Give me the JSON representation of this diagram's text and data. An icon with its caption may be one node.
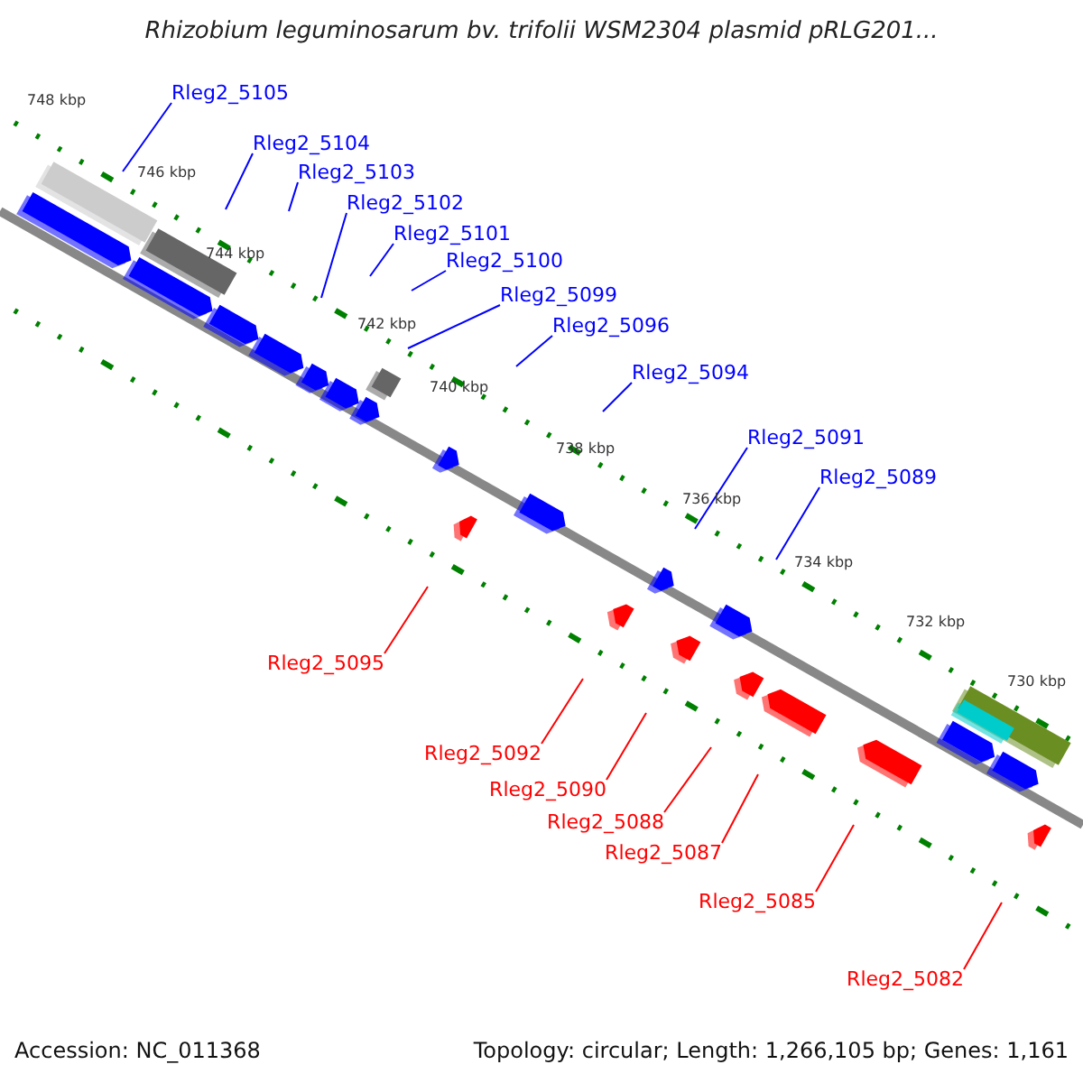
{
  "diagram": {
    "title": "Rhizobium leguminosarum bv. trifolii WSM2304 plasmid pRLG201...",
    "nodes": [
      {
        "text": [
          "Rleg2_5105"
        ]
      },
      {
        "text": [
          "Rleg2_5104"
        ]
      },
      {
        "text": [
          "Rleg2_5103"
        ]
      },
      {
        "text": [
          "Rleg2_5102"
        ]
      },
      {
        "text": [
          "Rleg2_5101"
        ]
      },
      {
        "text": [
          "Rleg2_5100"
        ]
      },
      {
        "text": [
          "Rleg2_5099"
        ]
      },
      {
        "text": [
          "Rleg2_5096"
        ]
      },
      {
        "text": [
          "Rleg2_5094"
        ]
      },
      {
        "text": [
          "Rleg2_5091"
        ]
      },
      {
        "text": [
          "Rleg2_5089"
        ]
      },
      {
        "text": [
          "Rleg2_5095"
        ]
      },
      {
        "text": [
          "Rleg2_5092"
        ]
      },
      {
        "text": [
          "Rleg2_5090"
        ]
      },
      {
        "text": [
          "Rleg2_5088"
        ]
      },
      {
        "text": [
          "Rleg2_5087"
        ]
      },
      {
        "text": [
          "Rleg2_5085"
        ]
      },
      {
        "text": [
          "Rleg2_5082"
        ]
      }
    ],
    "edges": [
      {
        "from": 0,
        "to": null,
        "arrow": "none"
      },
      {
        "from": 1,
        "to": null,
        "arrow": "none"
      },
      {
        "from": 2,
        "to": null,
        "arrow": "none"
      },
      {
        "from": 3,
        "to": null,
        "arrow": "none"
      },
      {
        "from": 4,
        "to": null,
        "arrow": "none"
      },
      {
        "from": 5,
        "to": null,
        "arrow": "none"
      },
      {
        "from": 6,
        "to": null,
        "arrow": "none"
      },
      {
        "from": 7,
        "to": null,
        "arrow": "none"
      },
      {
        "from": 8,
        "to": null,
        "arrow": "none"
      },
      {
        "from": 9,
        "to": null,
        "arrow": "none"
      },
      {
        "from": 10,
        "to": null,
        "arrow": "none"
      },
      {
        "from": 11,
        "to": null,
        "arrow": "none",
        "color": "#ff0000"
      },
      {
        "from": 12,
        "to": null,
        "arrow": "none",
        "color": "#ff0000"
      },
      {
        "from": 13,
        "to": null,
        "arrow": "none",
        "color": "#ff0000"
      },
      {
        "from": 14,
        "to": null,
        "arrow": "none",
        "color": "#ff0000"
      },
      {
        "from": 15,
        "to": null,
        "arrow": "none",
        "color": "#ff0000"
      },
      {
        "from": 16,
        "to": null,
        "arrow": "none",
        "color": "#ff0000"
      },
      {
        "from": 17,
        "to": null,
        "arrow": "none",
        "color": "#ff0000"
      }
    ],
    "labels": [
      "748 kbp",
      "746 kbp",
      "744 kbp",
      "742 kbp",
      "740 kbp",
      "738 kbp",
      "736 kbp",
      "734 kbp",
      "732 kbp",
      "730 kbp",
      "Accession: NC_011368",
      "Topology: circular; Length: 1,266,105 bp; Genes: 1,161"
    ]
  }
}
